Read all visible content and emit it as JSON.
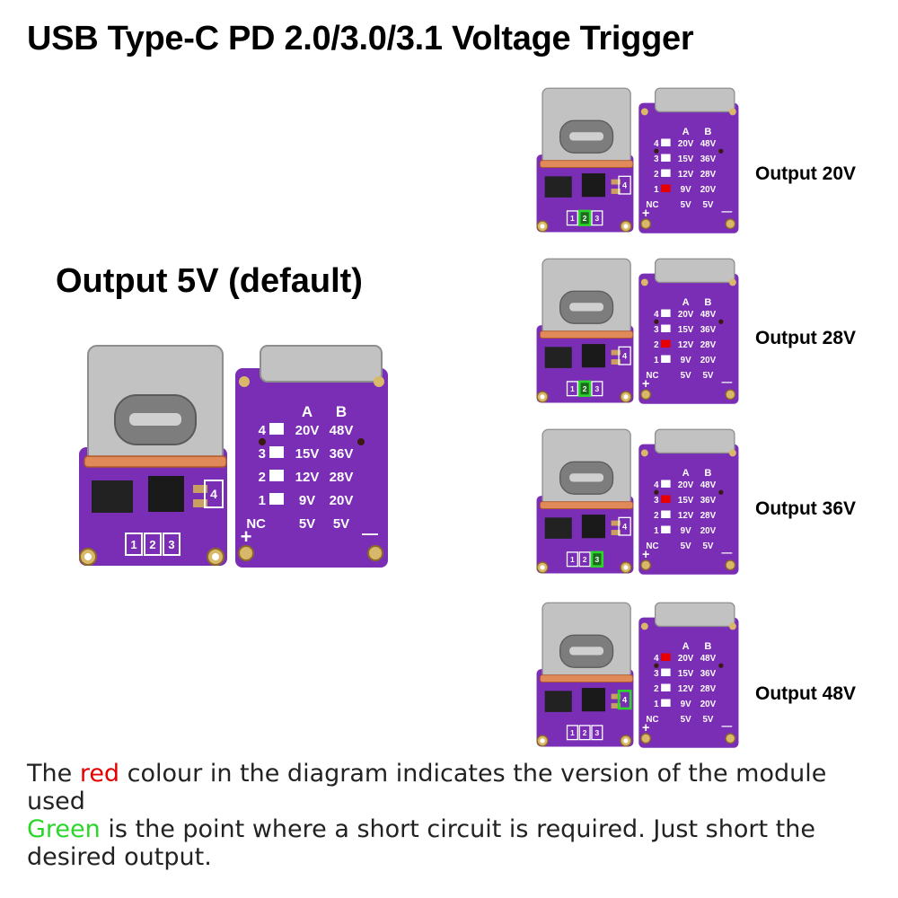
{
  "title": "USB Type-C PD 2.0/3.0/3.1 Voltage Trigger",
  "default_label": "Output 5V (default)",
  "variant_labels": [
    "Output 20V",
    "Output 28V",
    "Output 36V",
    "Output 48V"
  ],
  "back_board": {
    "col_headers": [
      "A",
      "B"
    ],
    "rows": [
      {
        "num": "4",
        "a": "20V",
        "b": "48V"
      },
      {
        "num": "3",
        "a": "15V",
        "b": "36V"
      },
      {
        "num": "2",
        "a": "12V",
        "b": "28V"
      },
      {
        "num": "1",
        "a": "9V",
        "b": "20V"
      },
      {
        "num": "NC",
        "a": "5V",
        "b": "5V"
      }
    ],
    "plus": "+",
    "minus": "—"
  },
  "front_board": {
    "pads": [
      "1",
      "2",
      "3"
    ],
    "side_pad": "4"
  },
  "colors": {
    "board": "#7a2db5",
    "connector": "#c2c2c2",
    "highlight_red": "#e60000",
    "highlight_green": "#2bd62b"
  },
  "note": {
    "line1_pre": "The ",
    "line1_red": "red",
    "line1_post": " colour in the diagram indicates the version of the module used",
    "line2_green": "Green",
    "line2_post": " is the point where a short circuit is required. Just short the desired output."
  }
}
